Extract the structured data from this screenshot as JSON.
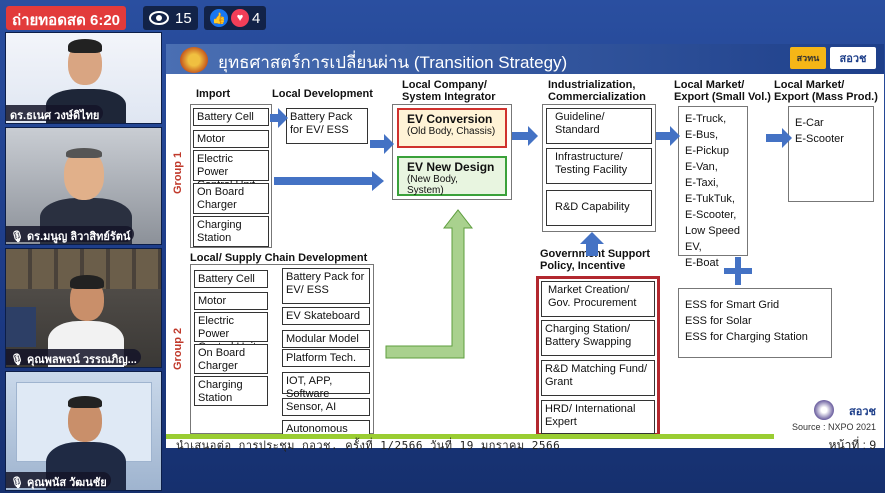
{
  "live": {
    "label": "ถ่ายทอดสด 6:20"
  },
  "stats": {
    "views": "15",
    "reactions": "4"
  },
  "participants": [
    {
      "name": "ดร.ธเนศ วงษ์ดิไทย"
    },
    {
      "name": "ดร.มนูญ ลิวาสิทย์รัตน์"
    },
    {
      "name": "คุณพลพจน์ วรรณภิญ..."
    },
    {
      "name": "คุณพนัส วัฒนชัย"
    }
  ],
  "slide": {
    "title": "ยุทธศาสตร์การเปลี่ยนผ่าน (Transition Strategy)",
    "logo_a": "สวทน",
    "logo_b": "สอวช",
    "headers": {
      "import": "Import",
      "local_dev": "Local Development",
      "local_company": "Local Company/\nSystem Integrator",
      "industrialization": "Industrialization,\nCommercialization",
      "local_market_small": "Local Market/\nExport (Small Vol.)",
      "local_market_mass": "Local Market/\nExport (Mass Prod.)",
      "supply_chain": "Local/ Supply Chain Development",
      "gov_support": "Government Support\nPolicy, Incentive"
    },
    "group1": "Group 1",
    "group2": "Group 2",
    "import_items": [
      "Battery Cell",
      "Motor",
      "Electric Power Control Unit",
      "On Board Charger",
      "Charging Station"
    ],
    "local_dev_item": "Battery Pack for EV/ ESS",
    "ev_conversion": {
      "title": "EV Conversion",
      "sub": "(Old Body, Chassis)"
    },
    "ev_new": {
      "title": "EV New Design",
      "sub": "(New Body, System)"
    },
    "industrial_items": [
      "Guideline/ Standard",
      "Infrastructure/ Testing Facility",
      "R&D Capability"
    ],
    "small_vol": [
      "E-Truck,",
      "E-Bus,",
      "E-Pickup",
      "E-Van,",
      "E-Taxi,",
      "E-TukTuk,",
      "E-Scooter,",
      "Low Speed EV,",
      "E-Boat"
    ],
    "mass_prod": [
      "E-Car",
      "E-Scooter"
    ],
    "ess_items": [
      "ESS for Smart Grid",
      "ESS for Solar",
      "ESS for Charging Station"
    ],
    "g2_left": [
      "Battery Cell",
      "Motor",
      "Electric Power Control Unit",
      "On Board Charger",
      "Charging Station"
    ],
    "g2_right": [
      "Battery Pack for EV/ ESS",
      "EV Skateboard",
      "Modular Model",
      "Platform Tech.",
      "IOT, APP, Software",
      "Sensor, AI",
      "Autonomous Sys."
    ],
    "gov_items": [
      "Market Creation/ Gov. Procurement",
      "Charging Station/ Battery Swapping",
      "R&D Matching Fund/ Grant",
      "HRD/ International Expert"
    ],
    "source": "Source : NXPO 2021",
    "footer": "นำเสนอต่อ การประชุม กอวช. ครั้งที่ 1/2566 วันที่ 19 มกราคม 2566",
    "page": "หน้าที่ : 9"
  }
}
